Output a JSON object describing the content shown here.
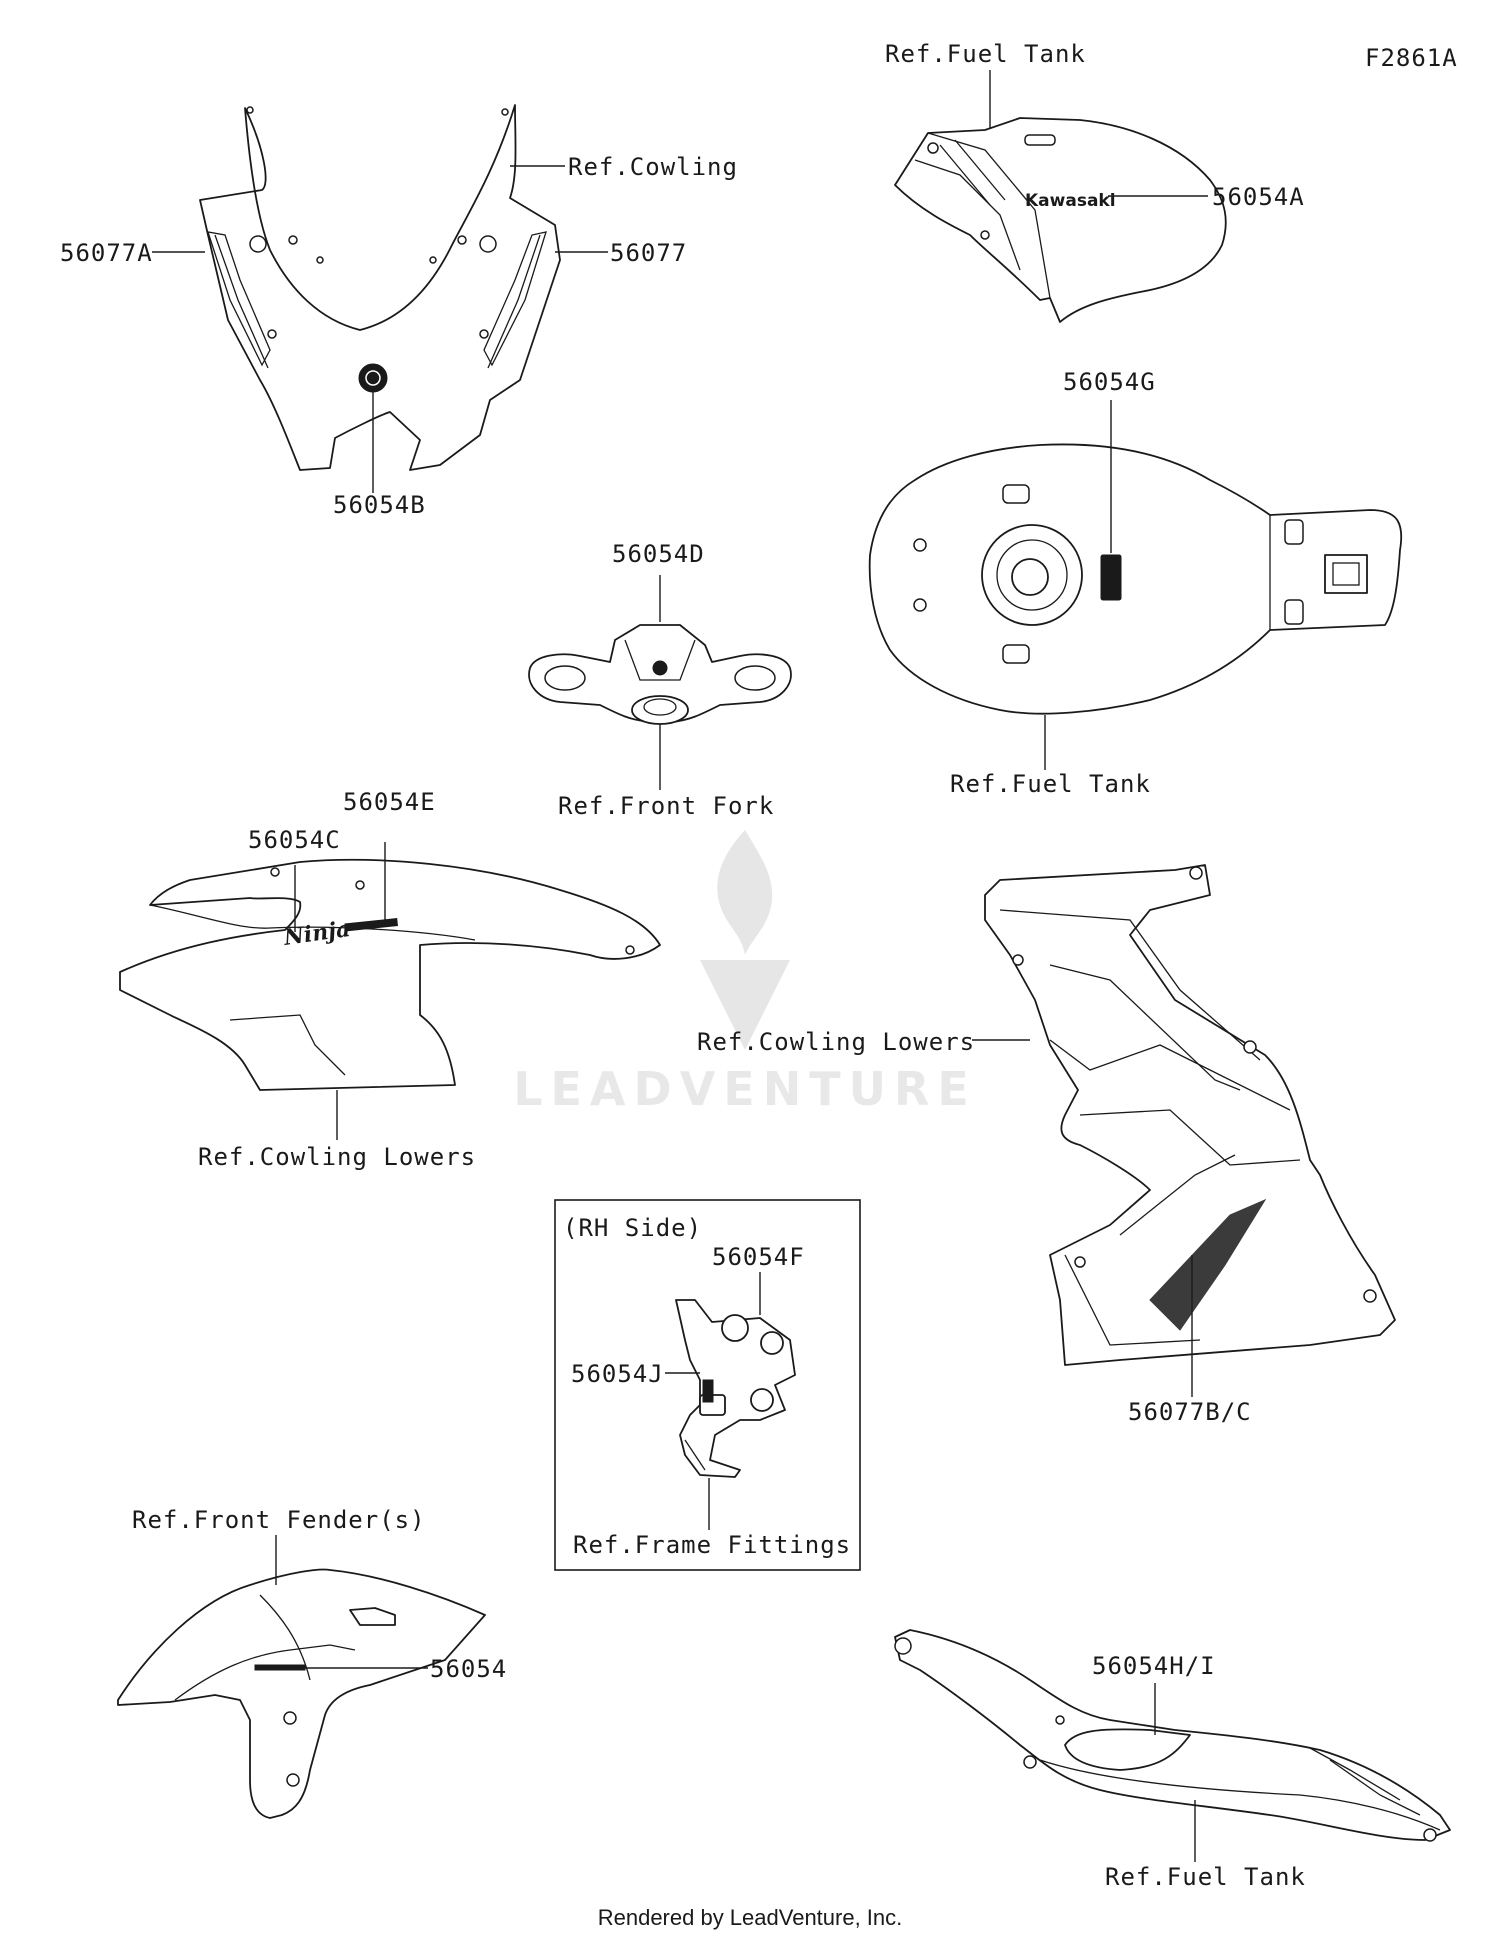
{
  "figure_id": "F2861A",
  "footer": "Rendered by LeadVenture, Inc.",
  "watermark": "LEADVENTURE",
  "logo_text": {
    "kawasaki": "Kawasaki",
    "ninja": "Ninja"
  },
  "labels": {
    "ref_cowling": "Ref.Cowling",
    "p56077A": "56077A",
    "p56077": "56077",
    "p56054B": "56054B",
    "ref_fuel_tank_top": "Ref.Fuel Tank",
    "p56054A": "56054A",
    "p56054G": "56054G",
    "ref_fuel_tank_mid": "Ref.Fuel Tank",
    "p56054D": "56054D",
    "ref_front_fork": "Ref.Front Fork",
    "p56054E": "56054E",
    "p56054C": "56054C",
    "ref_cowling_lowers_left": "Ref.Cowling Lowers",
    "ref_cowling_lowers_right": "Ref.Cowling Lowers",
    "p56077BC": "56077B/C",
    "rh_side": "(RH Side)",
    "p56054F": "56054F",
    "p56054J": "56054J",
    "ref_frame_fittings": "Ref.Frame Fittings",
    "ref_front_fender": "Ref.Front Fender(s)",
    "p56054": "56054",
    "p56054HI": "56054H/I",
    "ref_fuel_tank_bottom": "Ref.Fuel Tank"
  }
}
